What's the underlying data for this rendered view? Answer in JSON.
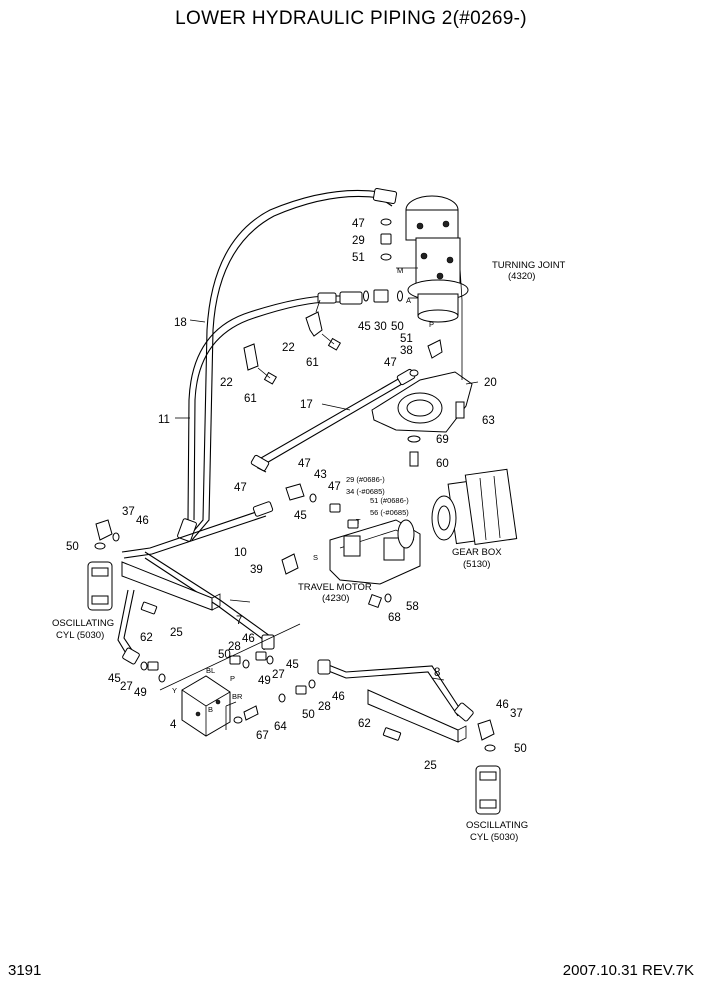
{
  "title": "LOWER HYDRAULIC PIPING 2(#0269-)",
  "footer": {
    "page": "3191",
    "date_rev": "2007.10.31  REV.7K"
  },
  "components": {
    "turning_joint": {
      "name": "TURNING JOINT",
      "code": "(4320)"
    },
    "travel_motor": {
      "name": "TRAVEL MOTOR",
      "code": "(4230)"
    },
    "gear_box": {
      "name": "GEAR BOX",
      "code": "(5130)"
    },
    "osc_cyl_left": {
      "name": "OSCILLATING",
      "code": "CYL (5030)"
    },
    "osc_cyl_right": {
      "name": "OSCILLATING",
      "code": "CYL (5030)"
    }
  },
  "port_marks": [
    "M",
    "A",
    "P",
    "T",
    "S",
    "P",
    "BL",
    "BR",
    "Y",
    "B"
  ],
  "callouts": [
    "47",
    "29",
    "51",
    "45",
    "30",
    "50",
    "51",
    "38",
    "47",
    "22",
    "61",
    "18",
    "22",
    "61",
    "20",
    "17",
    "63",
    "11",
    "69",
    "60",
    "47",
    "43",
    "47",
    "29 (#0686-)",
    "34 (-#0685)",
    "51 (#0686-)",
    "56 (-#0685)",
    "47",
    "45",
    "37",
    "46",
    "50",
    "10",
    "39",
    "58",
    "68",
    "62",
    "25",
    "7",
    "46",
    "28",
    "50",
    "49",
    "27",
    "45",
    "45",
    "27",
    "49",
    "4",
    "67",
    "64",
    "50",
    "28",
    "46",
    "8",
    "46",
    "37",
    "50",
    "62",
    "25"
  ]
}
